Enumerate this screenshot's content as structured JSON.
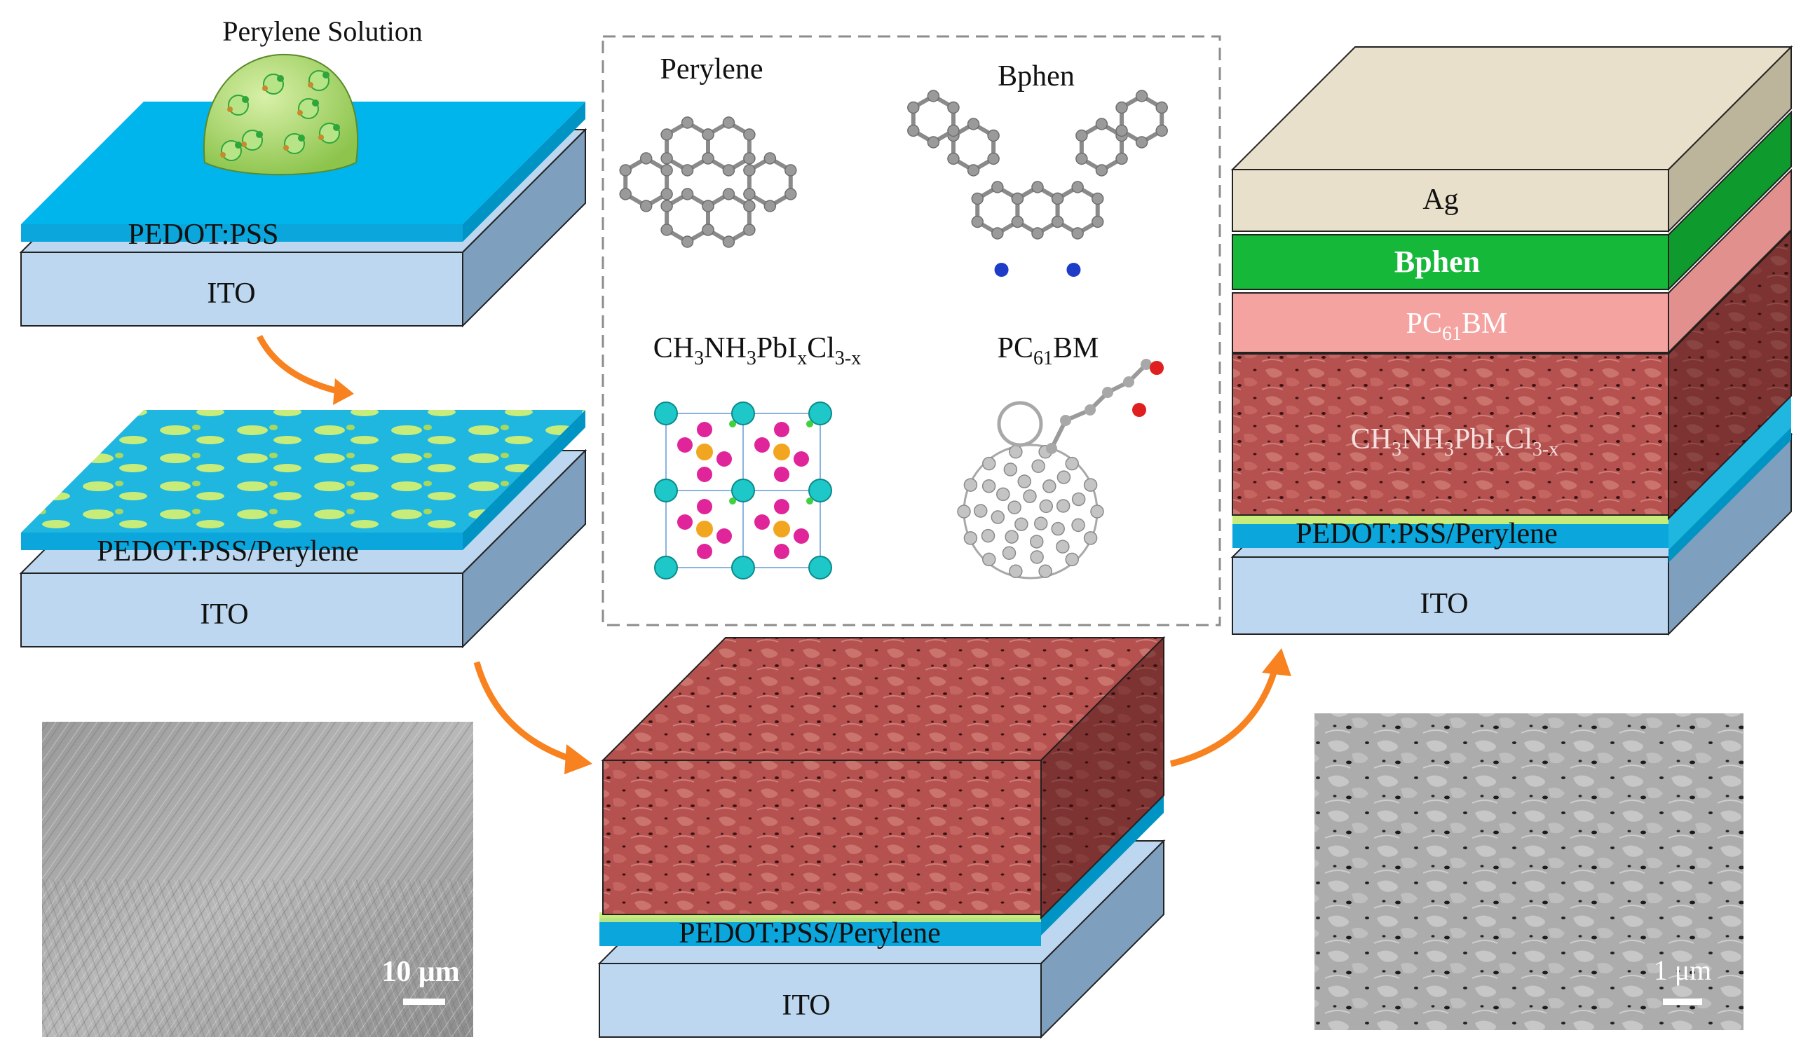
{
  "step1": {
    "title": "Perylene Solution",
    "pedot_label": "PEDOT:PSS",
    "ito_label": "ITO"
  },
  "step2": {
    "pedot_label": "PEDOT:PSS/Perylene",
    "ito_label": "ITO"
  },
  "step3": {
    "pedot_label": "PEDOT:PSS/Perylene",
    "ito_label": "ITO"
  },
  "device": {
    "ag_label": "Ag",
    "bphen_label": "Bphen",
    "pcbm_label": {
      "pre": "PC",
      "sub": "61",
      "post": "BM"
    },
    "perovskite_label": {
      "p1": "CH",
      "s1": "3",
      "p2": "NH",
      "s2": "3",
      "p3": "PbI",
      "s3": "x",
      "p4": "Cl",
      "s4": "3-x"
    },
    "pedot_label": "PEDOT:PSS/Perylene",
    "ito_label": "ITO"
  },
  "molecules": {
    "perylene": "Perylene",
    "bphen": "Bphen",
    "perovskite": {
      "p1": "CH",
      "s1": "3",
      "p2": "NH",
      "s2": "3",
      "p3": "PbI",
      "s3": "x",
      "p4": "Cl",
      "s4": "3-x"
    },
    "pcbm": {
      "pre": "PC",
      "sub": "61",
      "post": "BM"
    }
  },
  "sem_left": {
    "scale_label": "10 μm"
  },
  "sem_right": {
    "scale_label": "1 μm"
  },
  "colors": {
    "ito_front": "#bcd7ef",
    "ito_side": "#7e9fbe",
    "pedot": "#00b4ec",
    "perylene_film": "#c8ec7a",
    "perovskite": "#b5524f",
    "pcbm": "#f4a3a0",
    "bphen": "#16b83a",
    "ag": "#e8e0ca",
    "arrow": "#f7821f"
  }
}
